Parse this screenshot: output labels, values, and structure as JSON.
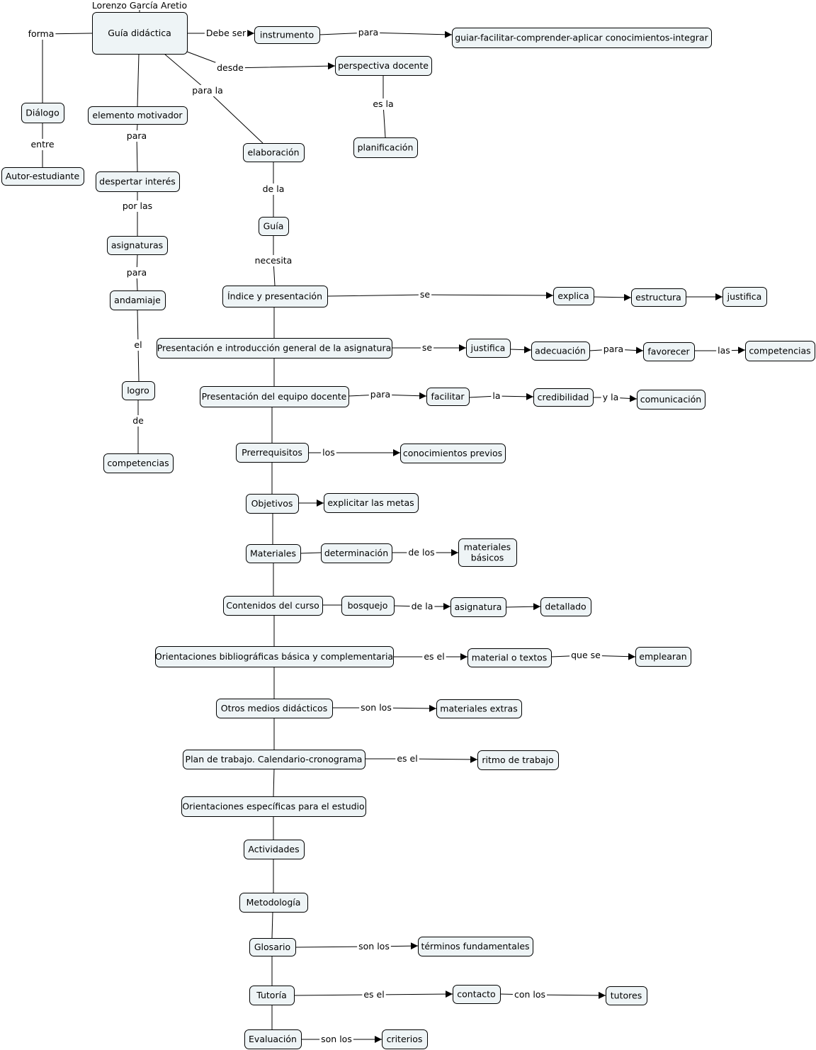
{
  "title": "Lorenzo García Aretio",
  "nodes": [
    {
      "id": "guia_did",
      "lines": [
        "Guía didáctica"
      ]
    },
    {
      "id": "instrumento",
      "lines": [
        "instrumento"
      ]
    },
    {
      "id": "guiar",
      "lines": [
        "guiar-facilitar-comprender-aplicar conocimientos-integrar"
      ]
    },
    {
      "id": "perspectiva",
      "lines": [
        "perspectiva docente"
      ]
    },
    {
      "id": "planificacion",
      "lines": [
        "planificación"
      ]
    },
    {
      "id": "dialogo",
      "lines": [
        "Diálogo"
      ]
    },
    {
      "id": "autor",
      "lines": [
        "Autor-estudiante"
      ]
    },
    {
      "id": "motivador",
      "lines": [
        "elemento motivador"
      ]
    },
    {
      "id": "despertar",
      "lines": [
        "despertar interés"
      ]
    },
    {
      "id": "asignaturas",
      "lines": [
        "asignaturas"
      ]
    },
    {
      "id": "andamiaje",
      "lines": [
        "andamiaje"
      ]
    },
    {
      "id": "logro",
      "lines": [
        "logro"
      ]
    },
    {
      "id": "competencias1",
      "lines": [
        "competencias"
      ]
    },
    {
      "id": "elaboracion",
      "lines": [
        "elaboración"
      ]
    },
    {
      "id": "guia",
      "lines": [
        "Guía"
      ]
    },
    {
      "id": "indice",
      "lines": [
        "Índice y presentación"
      ]
    },
    {
      "id": "explica",
      "lines": [
        "explica"
      ]
    },
    {
      "id": "estructura",
      "lines": [
        "estructura"
      ]
    },
    {
      "id": "justifica1",
      "lines": [
        "justifica"
      ]
    },
    {
      "id": "pres_intro",
      "lines": [
        "Presentación e introducción general de la asignatura"
      ]
    },
    {
      "id": "justifica2",
      "lines": [
        "justifica"
      ]
    },
    {
      "id": "adecuacion",
      "lines": [
        "adecuación"
      ]
    },
    {
      "id": "favorecer",
      "lines": [
        "favorecer"
      ]
    },
    {
      "id": "competencias2",
      "lines": [
        "competencias"
      ]
    },
    {
      "id": "pres_equipo",
      "lines": [
        "Presentación del equipo docente"
      ]
    },
    {
      "id": "facilitar",
      "lines": [
        "facilitar"
      ]
    },
    {
      "id": "credibilidad",
      "lines": [
        "credibilidad"
      ]
    },
    {
      "id": "comunicacion",
      "lines": [
        "comunicación"
      ]
    },
    {
      "id": "prerreq",
      "lines": [
        "Prerrequisitos"
      ]
    },
    {
      "id": "conoc_prev",
      "lines": [
        "conocimientos previos"
      ]
    },
    {
      "id": "objetivos",
      "lines": [
        "Objetivos"
      ]
    },
    {
      "id": "metas",
      "lines": [
        "explicitar las metas"
      ]
    },
    {
      "id": "materiales",
      "lines": [
        "Materiales"
      ]
    },
    {
      "id": "determinacion",
      "lines": [
        "determinación"
      ]
    },
    {
      "id": "mat_basicos",
      "lines": [
        "materiales",
        "básicos"
      ]
    },
    {
      "id": "contenidos",
      "lines": [
        "Contenidos del curso"
      ]
    },
    {
      "id": "bosquejo",
      "lines": [
        "bosquejo"
      ]
    },
    {
      "id": "asignatura",
      "lines": [
        "asignatura"
      ]
    },
    {
      "id": "detallado",
      "lines": [
        "detallado"
      ]
    },
    {
      "id": "orient_biblio",
      "lines": [
        "Orientaciones bibliográficas básica y complementaria"
      ]
    },
    {
      "id": "mat_textos",
      "lines": [
        "material o textos"
      ]
    },
    {
      "id": "emplearan",
      "lines": [
        "emplearan"
      ]
    },
    {
      "id": "otros_medios",
      "lines": [
        "Otros medios didácticos"
      ]
    },
    {
      "id": "mat_extras",
      "lines": [
        "materiales extras"
      ]
    },
    {
      "id": "plan",
      "lines": [
        "Plan de trabajo. Calendario-cronograma"
      ]
    },
    {
      "id": "ritmo",
      "lines": [
        "ritmo de trabajo"
      ]
    },
    {
      "id": "orient_esp",
      "lines": [
        "Orientaciones específicas para el estudio"
      ]
    },
    {
      "id": "actividades",
      "lines": [
        "Actividades"
      ]
    },
    {
      "id": "metodologia",
      "lines": [
        "Metodología"
      ]
    },
    {
      "id": "glosario",
      "lines": [
        "Glosario"
      ]
    },
    {
      "id": "terminos",
      "lines": [
        "términos fundamentales"
      ]
    },
    {
      "id": "tutoria",
      "lines": [
        "Tutoría"
      ]
    },
    {
      "id": "contacto",
      "lines": [
        "contacto"
      ]
    },
    {
      "id": "tutores",
      "lines": [
        "tutores"
      ]
    },
    {
      "id": "evaluacion",
      "lines": [
        "Evaluación"
      ]
    },
    {
      "id": "criterios",
      "lines": [
        "criterios"
      ]
    }
  ],
  "links": [
    {
      "id": "l_debe",
      "text": "Debe ser"
    },
    {
      "id": "l_para1",
      "text": "para"
    },
    {
      "id": "l_desde",
      "text": "desde"
    },
    {
      "id": "l_esla",
      "text": "es la"
    },
    {
      "id": "l_forma",
      "text": "forma"
    },
    {
      "id": "l_entre",
      "text": "entre"
    },
    {
      "id": "l_para2",
      "text": "para"
    },
    {
      "id": "l_porlas",
      "text": "por las"
    },
    {
      "id": "l_para3",
      "text": "para"
    },
    {
      "id": "l_el",
      "text": "el"
    },
    {
      "id": "l_de",
      "text": "de"
    },
    {
      "id": "l_parala",
      "text": "para la"
    },
    {
      "id": "l_dela1",
      "text": "de la"
    },
    {
      "id": "l_necesita",
      "text": "necesita"
    },
    {
      "id": "l_se1",
      "text": "se"
    },
    {
      "id": "l_se2",
      "text": "se"
    },
    {
      "id": "l_para4",
      "text": "para"
    },
    {
      "id": "l_las",
      "text": "las"
    },
    {
      "id": "l_para5",
      "text": "para"
    },
    {
      "id": "l_la",
      "text": "la"
    },
    {
      "id": "l_yla",
      "text": "y la"
    },
    {
      "id": "l_los",
      "text": "los"
    },
    {
      "id": "l_delos",
      "text": "de los"
    },
    {
      "id": "l_dela2",
      "text": "de la"
    },
    {
      "id": "l_esel1",
      "text": "es el"
    },
    {
      "id": "l_quese",
      "text": "que se"
    },
    {
      "id": "l_sonlos1",
      "text": "son los"
    },
    {
      "id": "l_esel2",
      "text": "es el"
    },
    {
      "id": "l_sonlos2",
      "text": "son los"
    },
    {
      "id": "l_esel3",
      "text": "es el"
    },
    {
      "id": "l_conlos",
      "text": "con los"
    },
    {
      "id": "l_sonlos3",
      "text": "son los"
    }
  ]
}
